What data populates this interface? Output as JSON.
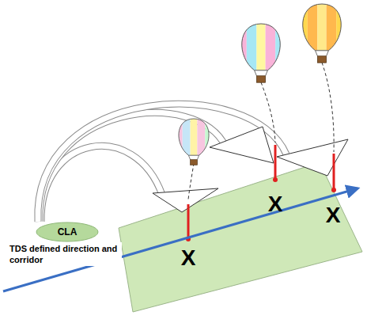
{
  "diagram": {
    "nodes": [
      {
        "text": [
          "CLA"
        ]
      }
    ],
    "labels": [
      "X",
      "X",
      "X",
      "TDS defined direction and corridor"
    ]
  }
}
